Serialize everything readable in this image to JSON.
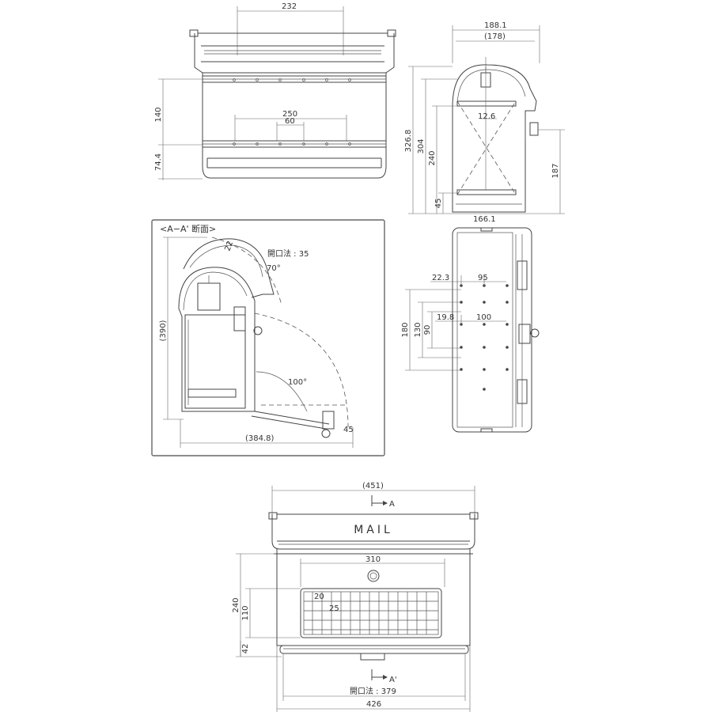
{
  "front_view": {
    "width_label": "232",
    "height_label": "140",
    "bottom_label": "74.4",
    "inner_width_label": "250",
    "pitch_label": "60"
  },
  "side_view": {
    "depth_outer_label": "188.1",
    "depth_inner_label": "(178)",
    "total_height_label": "326.8",
    "body_height_label": "304",
    "mid_height_label": "240",
    "base_height_label": "45",
    "lever_height_label": "187",
    "inner_label": "12.6",
    "base_depth_label": "166.1"
  },
  "section_view": {
    "title": "<A−A' 断面>",
    "height_label": "(390)",
    "width_label": "(384.8)",
    "opening_label": "開口法 : 35",
    "angle_lid_label": "70°",
    "angle_door_label": "100°",
    "lid_dim_label": "22",
    "small_dim_label": "45"
  },
  "back_view": {
    "left_offset_label": "22.3",
    "top_pitch_label": "95",
    "mid_offset_label": "19.8",
    "mid_pitch_label": "100",
    "h180_label": "180",
    "h130_label": "130",
    "h90_label": "90"
  },
  "bottom_view": {
    "total_width_label": "(451)",
    "marker_top": "A",
    "marker_bottom": "A'",
    "brand_text": "MAIL",
    "inner_width_label": "310",
    "height_label": "240",
    "window_height_label": "110",
    "base_label": "42",
    "window_left_label": "20",
    "window_inner_label": "25",
    "opening_label": "開口法 : 379",
    "base_width_label": "426"
  }
}
